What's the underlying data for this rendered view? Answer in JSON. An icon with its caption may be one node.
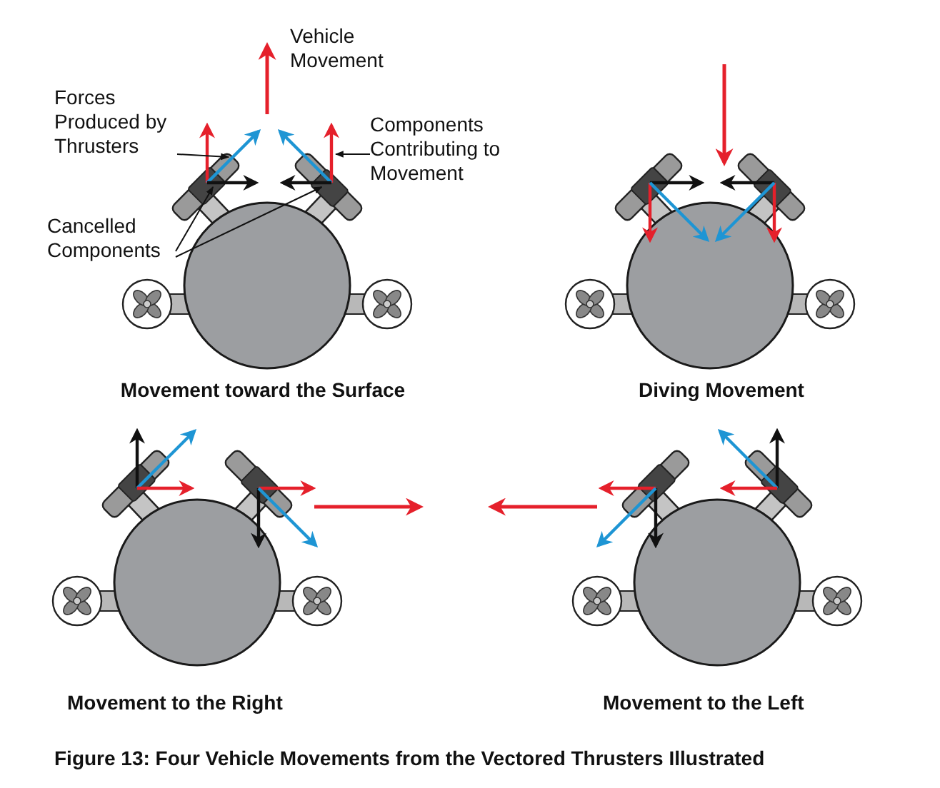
{
  "diagram": {
    "caption": "Figure 13: Four Vehicle Movements from the Vectored Thrusters Illustrated",
    "nodes": [
      {
        "text": [
          "Forces Produced by Thrusters"
        ]
      },
      {
        "text": [
          "Components Contributing to Movement"
        ]
      },
      {
        "text": [
          "Cancelled Components"
        ]
      },
      {
        "text": [],
        "shape": "arrow"
      },
      {
        "text": [],
        "shape": "arrow"
      },
      {
        "text": [],
        "shape": "arrow"
      },
      {
        "text": [],
        "shape": "arrow"
      },
      {
        "text": [],
        "shape": "arrow"
      }
    ],
    "edges": [
      {
        "from": 0,
        "to": 3,
        "arrow": "to"
      },
      {
        "from": 1,
        "to": 4,
        "arrow": "to"
      },
      {
        "from": 2,
        "to": 5,
        "arrow": "to"
      },
      {
        "from": 2,
        "to": 6,
        "arrow": "to"
      }
    ],
    "labels": [
      "Vehicle Movement",
      "Movement toward the Surface",
      "Diving Movement",
      "Movement to the Right",
      "Movement to the Left"
    ]
  }
}
